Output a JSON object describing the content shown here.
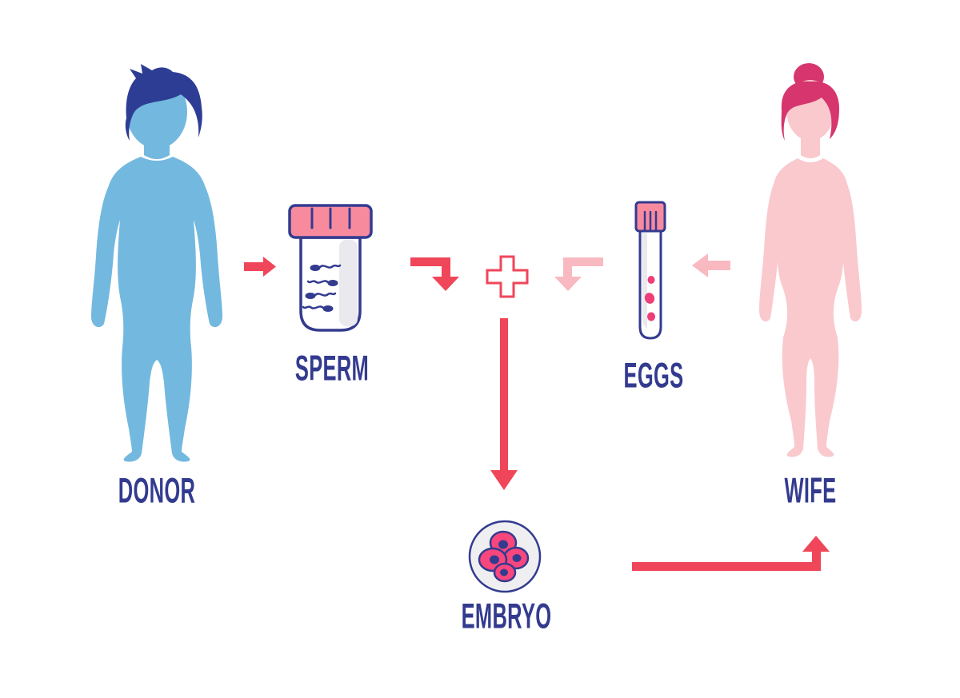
{
  "labels": {
    "donor": "DONOR",
    "sperm": "SPERM",
    "eggs": "EGGS",
    "wife": "WIFE",
    "embryo": "EMBRYO"
  },
  "colors": {
    "male_body": "#73b8df",
    "male_hair": "#2e3d94",
    "female_body": "#f9c9cd",
    "female_hair": "#d6356e",
    "outline": "#333b8f",
    "label_text": "#333b8f",
    "arrow_red": "#f0465a",
    "arrow_pale": "#f9b9c1",
    "cap_pink": "#f88a9e",
    "egg_pink": "#ee3d77",
    "cell_pink": "#f9477e",
    "embryo_bg": "#efeff2",
    "shadow_gray": "#e9e9ee",
    "background": "#ffffff"
  },
  "icons": {
    "donor_figure": "male-silhouette",
    "wife_figure": "female-silhouette",
    "sperm_container": "specimen-jar",
    "eggs_container": "test-tube",
    "combine": "plus-sign",
    "result": "embryo-cell-cluster"
  }
}
